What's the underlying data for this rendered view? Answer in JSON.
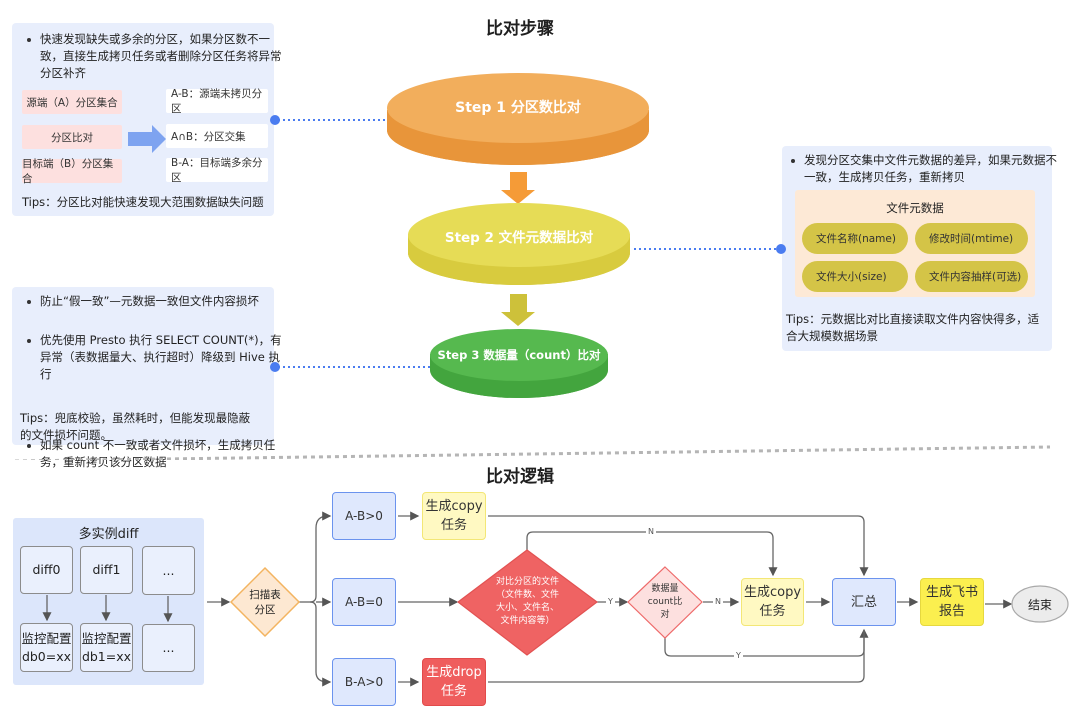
{
  "sections": {
    "steps_title": "比对步骤",
    "logic_title": "比对逻辑"
  },
  "steps": [
    {
      "label": "Step 1 分区数比对",
      "color": "#f0a03c"
    },
    {
      "label": "Step 2  文件元数据比对",
      "color": "#e3d84a"
    },
    {
      "label": "Step 3 数据量（count）比对",
      "color": "#4fb94a"
    }
  ],
  "panel_step1": {
    "bullets": [
      "快速发现缺失或多余的分区，如果分区数不一致，直接生成拷贝任务或者删除分区任务将异常分区补齐"
    ],
    "left_boxes": [
      "源端（A）分区集合",
      "分区比对",
      "目标端（B）分区集合"
    ],
    "right_boxes": [
      "A-B：源端未拷贝分区",
      "A∩B：分区交集",
      "B-A：目标端多余分区"
    ],
    "tips": "Tips：分区比对能快速发现大范围数据缺失问题"
  },
  "panel_step2": {
    "bullets": [
      "发现分区交集中文件元数据的差异，如果元数据不一致，生成拷贝任务，重新拷贝"
    ],
    "meta_title": "文件元数据",
    "meta_items": [
      "文件名称(name)",
      "修改时间(mtime)",
      "文件大小(size)",
      "文件内容抽样(可选)"
    ],
    "tips": "Tips：元数据比对比直接读取文件内容快得多，适合大规模数据场景"
  },
  "panel_step3": {
    "bullets": [
      "防止“假一致”—元数据一致但文件内容损坏",
      "优先使用 Presto 执行 SELECT COUNT(*)，有异常（表数据量大、执行超时）降级到 Hive  执行",
      "如果 count 不一致或者文件损坏，生成拷贝任务，重新拷贝该分区数据"
    ],
    "tips": "Tips：兜底校验，虽然耗时，但能发现最隐蔽的文件损坏问题。"
  },
  "flow": {
    "multi_title": "多实例diff",
    "instances": [
      "diff0",
      "diff1",
      "..."
    ],
    "configs": [
      "监控配置\ndb0=xx",
      "监控配置\ndb1=xx",
      "..."
    ],
    "scan": "扫描表\n分区",
    "branches": [
      "A-B>0",
      "A-B=0",
      "B-A>0"
    ],
    "copy_task_1": "生成copy\n任务",
    "drop_task": "生成drop\n任务",
    "compare_files": "对比分区的文件\n（文件数、文件\n大小、文件名、\n文件内容等）",
    "count_compare": "数据量\ncount比\n对",
    "copy_task_2": "生成copy\n任务",
    "summary": "汇总",
    "report": "生成飞书\n报告",
    "end": "结束",
    "edge_labels": {
      "y1": "Y",
      "n1": "N",
      "n2": "N",
      "y2": "Y"
    }
  }
}
